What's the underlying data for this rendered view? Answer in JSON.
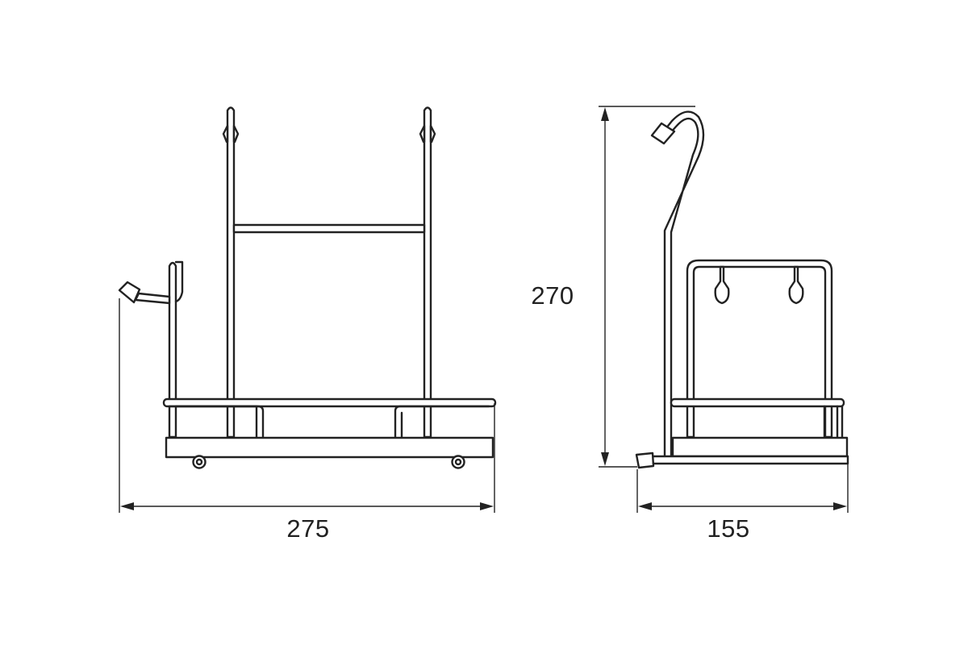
{
  "dimensions": {
    "width": "275",
    "depth": "155",
    "height": "270"
  },
  "colors": {
    "line": "#222222",
    "background": "#ffffff"
  },
  "views": [
    "front-view",
    "side-view"
  ]
}
